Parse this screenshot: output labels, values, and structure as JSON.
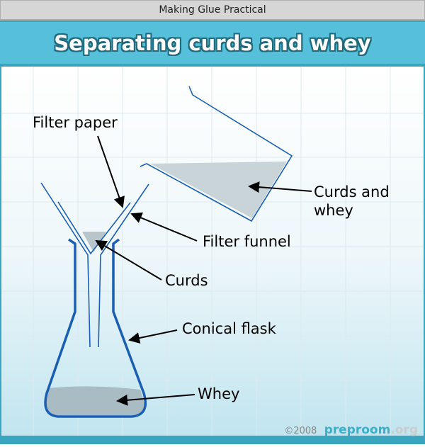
{
  "header": {
    "course": "Making Glue Practical",
    "title": "Separating curds and whey"
  },
  "labels": {
    "filter_paper": "Filter paper",
    "curds_and_whey_1": "Curds and",
    "curds_and_whey_2": "whey",
    "filter_funnel": "Filter funnel",
    "curds": "Curds",
    "conical_flask": "Conical flask",
    "whey": "Whey"
  },
  "footer": {
    "copyright": "©2008",
    "logo": "preproom",
    "logo_tld": ".org"
  },
  "colors": {
    "outline": "#1a5fb4",
    "liquid": "#a9bcc4",
    "frame": "#3aa5bf",
    "title_bg": "#56bfd9"
  }
}
